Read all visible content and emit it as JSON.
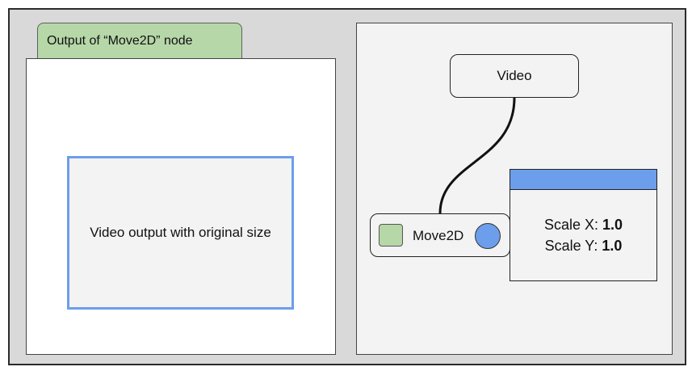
{
  "preview_panel": {
    "tab_label": "Output of “Move2D” node",
    "video_rect_label": "Video output with original size",
    "accent_color": "#6d9eeb"
  },
  "node_graph": {
    "video_node": {
      "label": "Video"
    },
    "move2d_node": {
      "label": "Move2D",
      "input_port_color": "#b6d7a8",
      "output_port_color": "#6d9eeb"
    },
    "properties": {
      "header_color": "#6d9eeb",
      "scale_x_label": "Scale X:",
      "scale_x_value": "1.0",
      "scale_y_label": "Scale Y:",
      "scale_y_value": "1.0"
    }
  }
}
